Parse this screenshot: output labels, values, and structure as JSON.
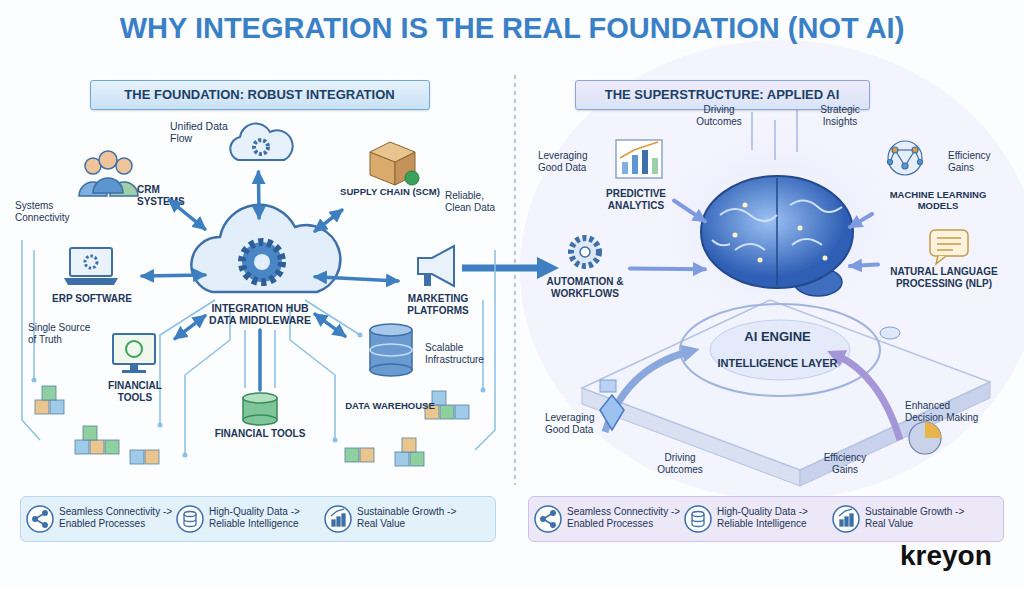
{
  "diagram": {
    "title": "WHY INTEGRATION IS THE REAL FOUNDATION (NOT AI)",
    "nodes": [
      {
        "text": [
          "THE FOUNDATION: ROBUST INTEGRATION"
        ]
      },
      {
        "text": [
          "THE SUPERSTRUCTURE: APPLIED AI"
        ]
      },
      {
        "text": [
          "Unified Data Flow"
        ]
      },
      {
        "text": [
          "CRM SYSTEMS"
        ]
      },
      {
        "text": [
          "SUPPLY CHAIN (SCM)"
        ]
      },
      {
        "text": [
          "ERP SOFTWARE"
        ]
      },
      {
        "text": [
          "INTEGRATION HUB DATA MIDDLEWARE"
        ]
      },
      {
        "text": [
          "MARKETING PLATFORMS"
        ]
      },
      {
        "text": [
          "FINANCIAL TOOLS"
        ]
      },
      {
        "text": [
          "DATA WAREHOUSE"
        ]
      },
      {
        "text": [
          "FINANCIAL TOOLS"
        ]
      },
      {
        "text": [
          "PREDICTIVE ANALYTICS"
        ]
      },
      {
        "text": [
          "MACHINE LEARNING MODELS"
        ]
      },
      {
        "text": [
          "AUTOMATION & WORKFLOWS"
        ]
      },
      {
        "text": [
          "AI ENGINE",
          "INTELLIGENCE LAYER"
        ]
      },
      {
        "text": [
          "NATURAL LANGUAGE PROCESSING (NLP)"
        ]
      },
      {
        "text": [
          "Seamless Connectivity -> Enabled Processes",
          "High-Quality Data -> Reliable Intelligence",
          "Sustainable Growth -> Real Value"
        ]
      },
      {
        "text": [
          "Seamless Connectivity -> Enabled Processes",
          "High-Quality Data -> Reliable Intelligence",
          "Sustainable Growth -> Real Value"
        ]
      }
    ],
    "edges": [
      {
        "from": 6,
        "to": 2,
        "arrow": "both"
      },
      {
        "from": 6,
        "to": 3,
        "arrow": "both"
      },
      {
        "from": 6,
        "to": 4,
        "arrow": "both"
      },
      {
        "from": 6,
        "to": 5,
        "arrow": "both"
      },
      {
        "from": 6,
        "to": 7,
        "arrow": "both"
      },
      {
        "from": 6,
        "to": 8,
        "arrow": "both"
      },
      {
        "from": 6,
        "to": 9,
        "arrow": "both"
      },
      {
        "from": 6,
        "to": 10,
        "arrow": "none"
      },
      {
        "from": 11,
        "to": 14,
        "arrow": "to"
      },
      {
        "from": 12,
        "to": 14,
        "arrow": "to"
      },
      {
        "from": 13,
        "to": 14,
        "arrow": "to"
      },
      {
        "from": 15,
        "to": 14,
        "arrow": "to"
      }
    ],
    "labels": [
      "Systems Connectivity",
      "Reliable, Clean Data",
      "Single Source of Truth",
      "Scalable Infrastructure",
      "Driving Outcomes",
      "Strategic Insights",
      "Leveraging Good Data",
      "Efficiency Gains",
      "Leveraging Good Data",
      "Driving Outcomes",
      "Efficiency Gains",
      "Enhanced Decision Making",
      "kreyon"
    ]
  }
}
